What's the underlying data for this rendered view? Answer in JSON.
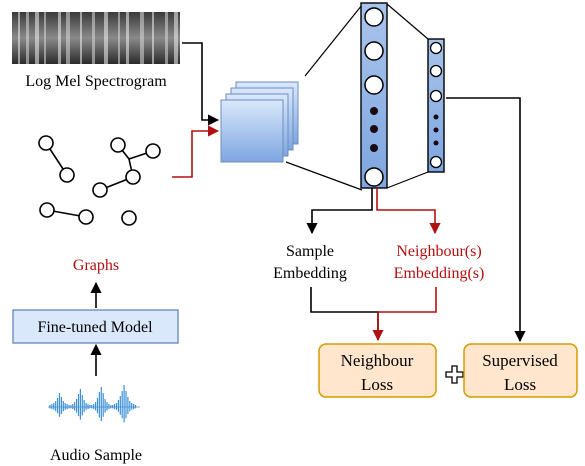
{
  "labels": {
    "spectrogram": "Log Mel Spectrogram",
    "graphs": "Graphs",
    "model": "Fine-tuned Model",
    "audio": "Audio Sample",
    "sample_embedding_l1": "Sample",
    "sample_embedding_l2": "Embedding",
    "neighbour_embedding_l1": "Neighbour(s)",
    "neighbour_embedding_l2": "Embedding(s)",
    "neighbour_loss_l1": "Neighbour",
    "neighbour_loss_l2": "Loss",
    "supervised_loss_l1": "Supervised",
    "supervised_loss_l2": "Loss",
    "plus": "+"
  },
  "colors": {
    "red": "#b01010",
    "blue_box_fill": "#dae8fc",
    "blue_box_stroke": "#6c8ebf",
    "loss_fill": "#ffe6cc",
    "loss_stroke": "#d79b00",
    "layer_fill": "#8fb3e0",
    "waveform": "#3d8fd8"
  }
}
